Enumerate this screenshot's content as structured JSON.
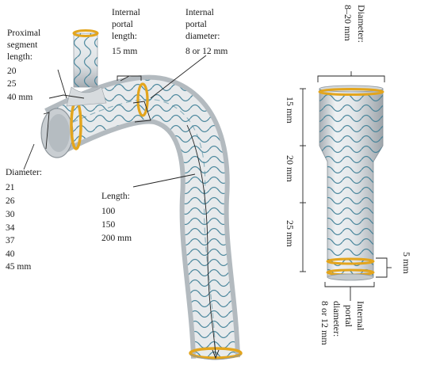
{
  "colors": {
    "graft_body": "#dfe3e6",
    "stent_wire": "#3f7f96",
    "marker_band": "#e3a51d",
    "text": "#1a1a1a"
  },
  "left_graft": {
    "proximal_segment": {
      "title_lines": [
        "Proximal",
        "segment",
        "length:"
      ],
      "values": [
        "20",
        "25",
        "40 mm"
      ]
    },
    "internal_portal_length": {
      "title_lines": [
        "Internal",
        "portal",
        "length:"
      ],
      "value": "15 mm"
    },
    "internal_portal_diameter": {
      "title_lines": [
        "Internal",
        "portal",
        "diameter:"
      ],
      "value": "8 or 12 mm"
    },
    "diameter": {
      "title": "Diameter:",
      "values": [
        "21",
        "26",
        "30",
        "34",
        "37",
        "40",
        "45 mm"
      ]
    },
    "length": {
      "title": "Length:",
      "values": [
        "100",
        "150",
        "200 mm"
      ]
    }
  },
  "right_graft": {
    "top_diameter": [
      "Diameter:",
      "8–20 mm"
    ],
    "segments": [
      "15 mm",
      "20 mm",
      "25 mm"
    ],
    "band_length": "5 mm",
    "bottom_diameter": [
      "Internal",
      "portal",
      "diameter:",
      "8 or 12 mm"
    ]
  }
}
